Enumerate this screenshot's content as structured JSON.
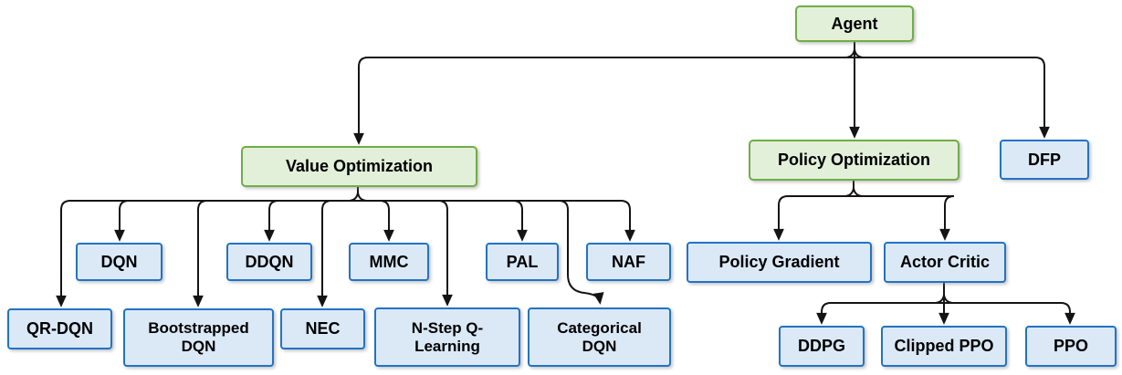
{
  "diagram": {
    "description": "Reinforcement learning agent algorithms hierarchy",
    "colors": {
      "category_fill": "#e2efd9",
      "category_border": "#70ad47",
      "algorithm_fill": "#dbe9f7",
      "algorithm_border": "#2273c4",
      "connector": "#141414",
      "text": "#000000",
      "background": "#ffffff"
    },
    "nodes": {
      "agent": {
        "label": "Agent",
        "type": "category"
      },
      "value_optimization": {
        "label": "Value Optimization",
        "type": "category"
      },
      "policy_optimization": {
        "label": "Policy Optimization",
        "type": "category"
      },
      "dfp": {
        "label": "DFP",
        "type": "algorithm"
      },
      "dqn": {
        "label": "DQN",
        "type": "algorithm"
      },
      "ddqn": {
        "label": "DDQN",
        "type": "algorithm"
      },
      "mmc": {
        "label": "MMC",
        "type": "algorithm"
      },
      "pal": {
        "label": "PAL",
        "type": "algorithm"
      },
      "naf": {
        "label": "NAF",
        "type": "algorithm"
      },
      "qr_dqn": {
        "label": "QR-DQN",
        "type": "algorithm"
      },
      "bootstrapped_dqn": {
        "label": "Bootstrapped DQN",
        "type": "algorithm"
      },
      "nec": {
        "label": "NEC",
        "type": "algorithm"
      },
      "n_step_q_learning": {
        "label": "N-Step Q-Learning",
        "type": "algorithm"
      },
      "categorical_dqn": {
        "label": "Categorical DQN",
        "type": "algorithm"
      },
      "policy_gradient": {
        "label": "Policy Gradient",
        "type": "algorithm"
      },
      "actor_critic": {
        "label": "Actor Critic",
        "type": "algorithm"
      },
      "ddpg": {
        "label": "DDPG",
        "type": "algorithm"
      },
      "clipped_ppo": {
        "label": "Clipped PPO",
        "type": "algorithm"
      },
      "ppo": {
        "label": "PPO",
        "type": "algorithm"
      }
    },
    "edges": [
      {
        "from": "agent",
        "to": "value_optimization"
      },
      {
        "from": "agent",
        "to": "policy_optimization"
      },
      {
        "from": "agent",
        "to": "dfp"
      },
      {
        "from": "value_optimization",
        "to": "qr_dqn"
      },
      {
        "from": "value_optimization",
        "to": "dqn"
      },
      {
        "from": "value_optimization",
        "to": "bootstrapped_dqn"
      },
      {
        "from": "value_optimization",
        "to": "ddqn"
      },
      {
        "from": "value_optimization",
        "to": "nec"
      },
      {
        "from": "value_optimization",
        "to": "mmc"
      },
      {
        "from": "value_optimization",
        "to": "n_step_q_learning"
      },
      {
        "from": "value_optimization",
        "to": "pal"
      },
      {
        "from": "value_optimization",
        "to": "categorical_dqn"
      },
      {
        "from": "value_optimization",
        "to": "naf"
      },
      {
        "from": "policy_optimization",
        "to": "policy_gradient"
      },
      {
        "from": "policy_optimization",
        "to": "actor_critic"
      },
      {
        "from": "actor_critic",
        "to": "ddpg"
      },
      {
        "from": "actor_critic",
        "to": "clipped_ppo"
      },
      {
        "from": "actor_critic",
        "to": "ppo"
      }
    ]
  }
}
